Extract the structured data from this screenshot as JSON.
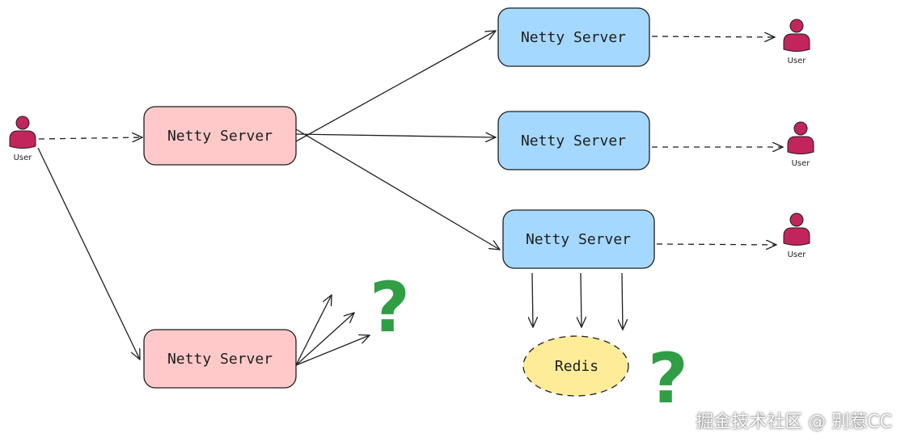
{
  "colors": {
    "stroke": "#1e1e1e",
    "server_red": "#ffc9c9",
    "server_blue": "#a5d8ff",
    "redis_yellow": "#ffec99",
    "user": "#c2255c",
    "question": "#2f9e44"
  },
  "users": {
    "left": "User",
    "top_right": "User",
    "mid_right": "User",
    "bottom_right": "User"
  },
  "servers": {
    "left_top": "Netty Server",
    "left_bottom": "Netty Server",
    "right_top": "Netty Server",
    "right_mid": "Netty Server",
    "right_bottom": "Netty Server"
  },
  "redis": "Redis",
  "question_mark": "?",
  "watermark": "掘金技术社区 @ 别惹CC"
}
